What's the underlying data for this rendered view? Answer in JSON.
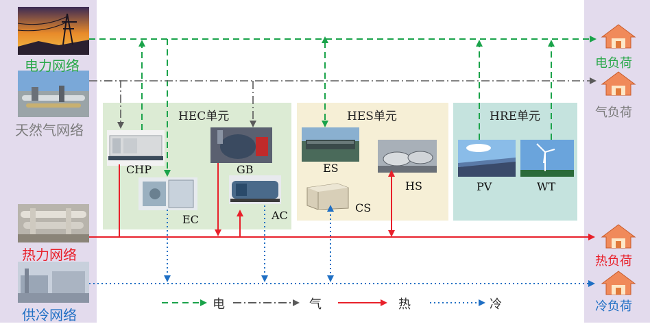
{
  "networks": {
    "electric": "电力网络",
    "gas": "天然气网络",
    "heat": "热力网络",
    "cooling": "供冷网络"
  },
  "loads": {
    "electric": "电负荷",
    "gas": "气负荷",
    "heat": "热负荷",
    "cooling": "冷负荷"
  },
  "units": {
    "hec": "HEC单元",
    "hes": "HES单元",
    "hre": "HRE单元"
  },
  "devices": {
    "chp": "CHP",
    "gb": "GB",
    "ec": "EC",
    "ac": "AC",
    "es": "ES",
    "hs": "HS",
    "cs": "CS",
    "pv": "PV",
    "wt": "WT"
  },
  "legend": {
    "electric": "电",
    "gas": "气",
    "heat": "热",
    "cooling": "冷"
  },
  "colors": {
    "electric": "#1aa34a",
    "gas": "#5a5a5a",
    "heat": "#e8202a",
    "cooling": "#1f6fc4",
    "electric_text": "#2aa84a",
    "gas_text": "#7a7a7a",
    "heat_text": "#e8202a",
    "cooling_text": "#1f6fc4"
  }
}
